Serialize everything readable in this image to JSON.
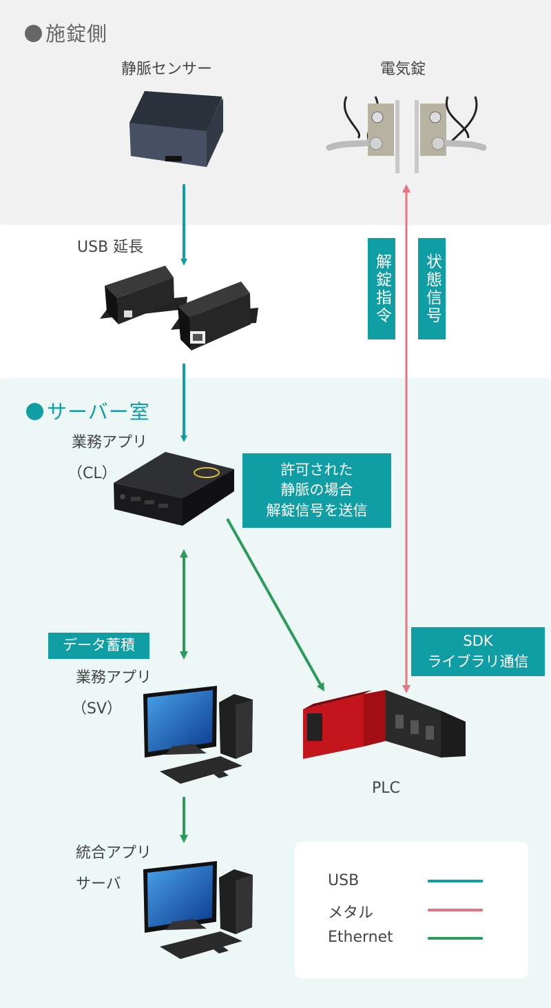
{
  "colors": {
    "usb": "#109ea5",
    "metal": "#e57583",
    "ethernet": "#2b9b5a",
    "lock_dot": "#666666",
    "server_title": "#109ea5"
  },
  "lock_side": {
    "title": "施錠側",
    "vein_sensor": "静脈センサー",
    "electric_lock": "電気錠"
  },
  "usb_extension": {
    "label": "USB 延長"
  },
  "server_room": {
    "title": "サーバー室",
    "app_cl": [
      "業務アプリ",
      "（CL）"
    ],
    "app_sv": [
      "業務アプリ",
      "（SV）"
    ],
    "integration_server": [
      "統合アプリ",
      "サーバ"
    ],
    "plc": "PLC"
  },
  "callouts": {
    "unlock_command": "解錠指令",
    "status_signal": "状態信号",
    "send_unlock": [
      "許可された",
      "静脈の場合",
      "解錠信号を送信"
    ],
    "data_storage": "データ蓄積",
    "sdk": [
      "SDK",
      "ライブラリ通信"
    ]
  },
  "legend": {
    "usb": "USB",
    "metal": "メタル",
    "ethernet": "Ethernet"
  }
}
